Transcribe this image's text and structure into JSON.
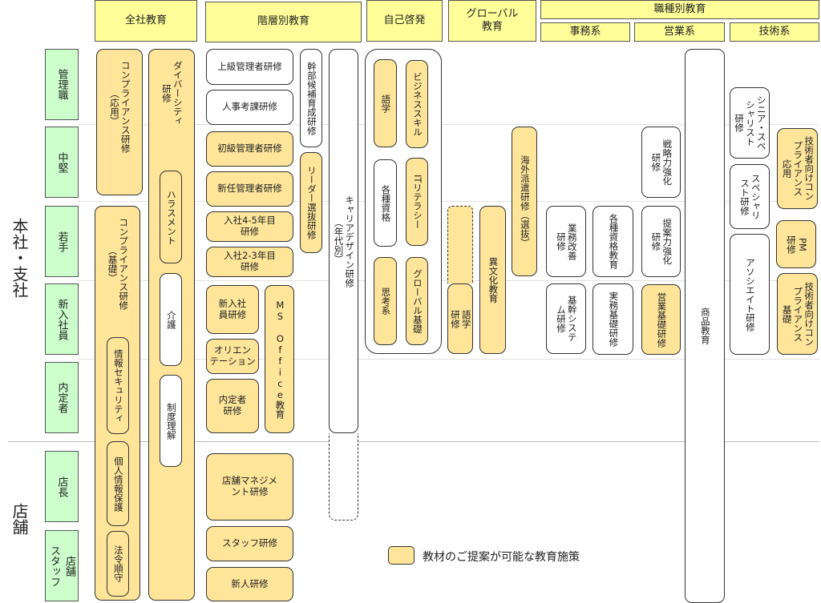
{
  "headers": {
    "company_wide": "全社教育",
    "hierarchical": "階層別教育",
    "self_development": "自己啓発",
    "global": "グローバル\n教育",
    "job_type": "職種別教育",
    "clerical": "事務系",
    "sales": "営業系",
    "technical": "技術系"
  },
  "sections": {
    "head_office": "本社・支社",
    "store": "店舗"
  },
  "rows": {
    "management": "管理職",
    "mid_level": "中堅",
    "young": "若手",
    "new_employee": "新入社員",
    "prospective": "内定者",
    "store_manager": "店長",
    "store_staff": "店舗\nスタッフ"
  },
  "boxes": {
    "comp_applied": {
      "text": "コンプライアンス研修\n（応用）",
      "highlighted": true
    },
    "comp_basic": {
      "text": "コンプライアンス研修\n（基礎）",
      "highlighted": true
    },
    "info_security": {
      "text": "情報セキュリティ",
      "highlighted": true
    },
    "privacy": {
      "text": "個人情報保護",
      "highlighted": true
    },
    "law": {
      "text": "法令順守",
      "highlighted": true
    },
    "diversity": {
      "text": "ダイバーシティ\n研修",
      "highlighted": true
    },
    "harassment": {
      "text": "ハラスメント",
      "highlighted": true
    },
    "care": {
      "text": "介護",
      "highlighted": false
    },
    "system": {
      "text": "制度理解",
      "highlighted": false
    },
    "senior_mgr": {
      "text": "上級管理者研修",
      "highlighted": false
    },
    "evaluation": {
      "text": "人事考課研修",
      "highlighted": false
    },
    "junior_mgr": {
      "text": "初級管理者研修",
      "highlighted": true
    },
    "new_mgr": {
      "text": "新任管理者研修",
      "highlighted": true
    },
    "year45": {
      "text": "入社4-5年目\n研修",
      "highlighted": true
    },
    "year23": {
      "text": "入社2-3年目\n研修",
      "highlighted": true
    },
    "newhire": {
      "text": "新入社\n員研修",
      "highlighted": true
    },
    "orientation": {
      "text": "オリエン\nテーション",
      "highlighted": true
    },
    "prospective_training": {
      "text": "内定者\n研修",
      "highlighted": true
    },
    "ms_office": {
      "text": "MS Office教育",
      "highlighted": true
    },
    "exec_candidate": {
      "text": "幹部候補育成研修",
      "highlighted": false
    },
    "leader": {
      "text": "リーダー選抜研修",
      "highlighted": true
    },
    "career": {
      "text": "キャリアデザイン研修\n（年代別）",
      "highlighted": false
    },
    "store_mgmt": {
      "text": "店舗マネジメ\nント研修",
      "highlighted": true
    },
    "staff": {
      "text": "スタッフ研修",
      "highlighted": true
    },
    "newcomer": {
      "text": "新人研修",
      "highlighted": true
    },
    "language": {
      "text": "語学",
      "highlighted": true
    },
    "business_skill": {
      "text": "ビジネススキル",
      "highlighted": true
    },
    "qualifications": {
      "text": "各種資格",
      "highlighted": false
    },
    "it_literacy": {
      "text": "ITリテラシー",
      "highlighted": true
    },
    "thinking": {
      "text": "思考系",
      "highlighted": true
    },
    "global_basic": {
      "text": "グローバル基礎",
      "highlighted": true
    },
    "language_training": {
      "text": "語学\n研修",
      "highlighted": true
    },
    "intercultural": {
      "text": "異文化教育",
      "highlighted": true
    },
    "overseas": {
      "text": "海外派遣研修（選抜）",
      "highlighted": true
    },
    "work_improve": {
      "text": "業務改善\n研修",
      "highlighted": false
    },
    "qual_edu": {
      "text": "各種資格教育",
      "highlighted": false
    },
    "core_system": {
      "text": "基幹システ\nム研修",
      "highlighted": false
    },
    "practical": {
      "text": "実務基礎研修",
      "highlighted": false
    },
    "strategy": {
      "text": "戦略力強化\n研修",
      "highlighted": false
    },
    "proposal": {
      "text": "提案力強化\n研修",
      "highlighted": false
    },
    "sales_basic": {
      "text": "営業基礎研修",
      "highlighted": true
    },
    "product": {
      "text": "商品教育",
      "highlighted": false
    },
    "senior_specialist": {
      "text": "シニア・スペ\nシャリスト\n研修",
      "highlighted": false
    },
    "specialist": {
      "text": "スペシャリ\nスト研修",
      "highlighted": false
    },
    "associate": {
      "text": "アソシエイト研修",
      "highlighted": false
    },
    "tech_comp_applied": {
      "text": "技術者向けコン\nプライアンス\n応用",
      "highlighted": true
    },
    "pm": {
      "text": "PM\n研修",
      "highlighted": true
    },
    "tech_comp_basic": {
      "text": "技術者向けコン\nプライアンス\n基礎",
      "highlighted": true
    }
  },
  "legend": {
    "label": "教材のご提案が可能な教育施策",
    "color": "#fee59a"
  }
}
